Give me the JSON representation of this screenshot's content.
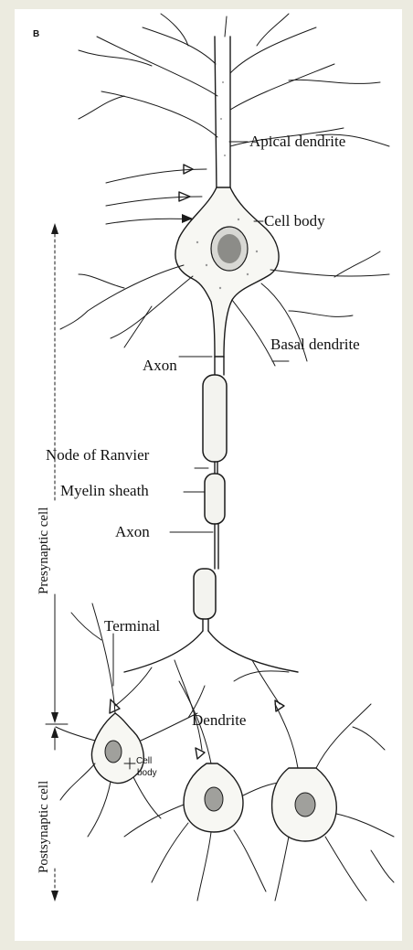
{
  "figure": {
    "panel_letter": "B",
    "labels": {
      "apical_dendrite": "Apical dendrite",
      "cell_body": "Cell body",
      "basal_dendrite": "Basal dendrite",
      "axon_upper": "Axon",
      "node_of_ranvier": "Node of Ranvier",
      "myelin_sheath": "Myelin sheath",
      "axon_lower": "Axon",
      "terminal": "Terminal",
      "dendrite": "Dendrite",
      "cell_body_small_1": "Cell",
      "cell_body_small_2": "body",
      "presynaptic_cell": "Presynaptic cell",
      "postsynaptic_cell": "Postsynaptic cell"
    }
  }
}
